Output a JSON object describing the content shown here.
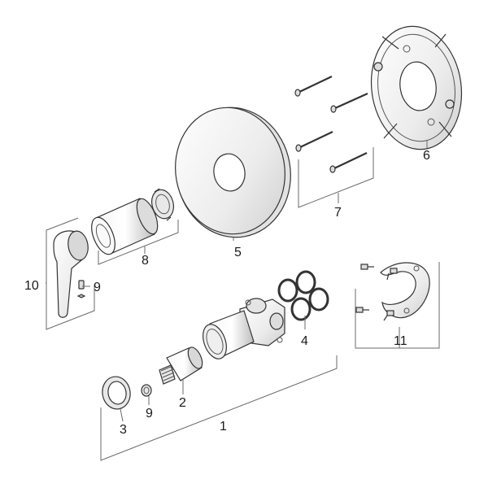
{
  "labels": {
    "l1": "1",
    "l2": "2",
    "l3": "3",
    "l4": "4",
    "l5": "5",
    "l6": "6",
    "l7": "7",
    "l8": "8",
    "l9a": "9",
    "l9b": "9",
    "l10": "10",
    "l11": "11"
  },
  "colors": {
    "line": "#333333",
    "fill": "#f2f2f2",
    "shade": "#d6d6d6"
  }
}
